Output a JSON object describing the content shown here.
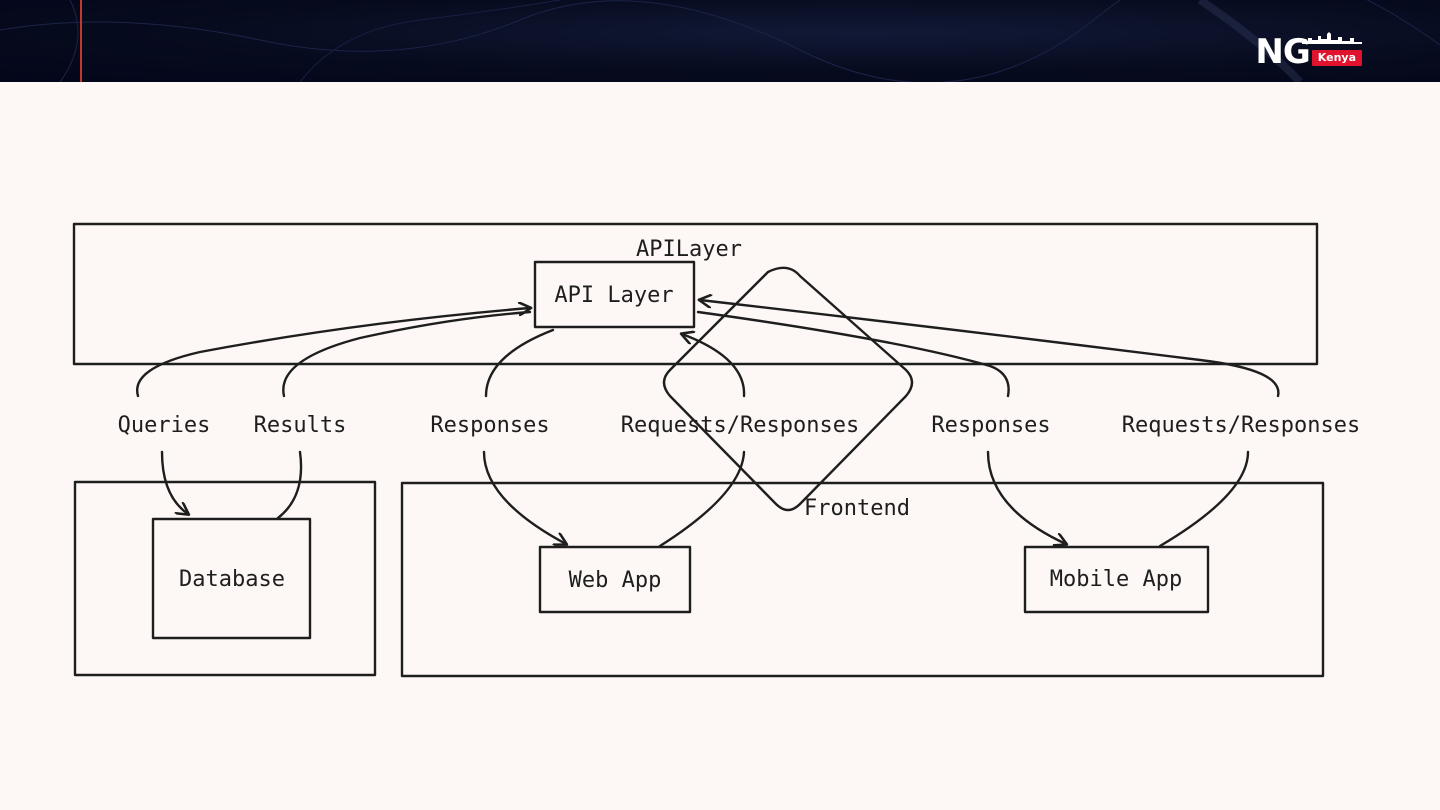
{
  "header": {
    "brand": "NG",
    "brand_tag": "Kenya"
  },
  "diagram": {
    "groups": {
      "api_group": "APILayer",
      "frontend_group": "Frontend"
    },
    "nodes": {
      "api": "API Layer",
      "database": "Database",
      "web_app": "Web App",
      "mobile_app": "Mobile App"
    },
    "edges": {
      "queries": "Queries",
      "results": "Results",
      "responses_web": "Responses",
      "requests_web": "Requests/Responses",
      "responses_mobile": "Responses",
      "requests_mobile": "Requests/Responses"
    }
  }
}
